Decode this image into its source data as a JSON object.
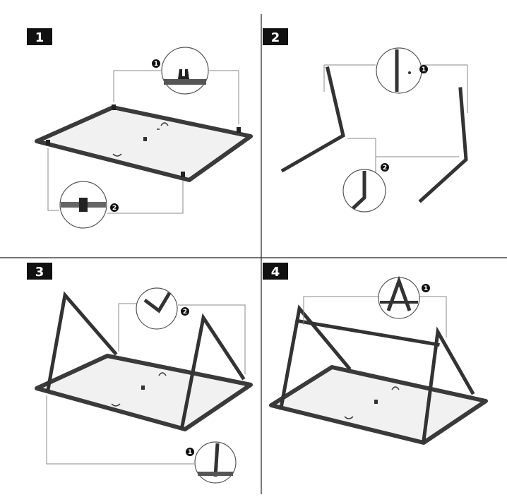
{
  "steps": [
    {
      "number": "1",
      "callouts": [
        "1",
        "2"
      ]
    },
    {
      "number": "2",
      "callouts": [
        "1",
        "2"
      ]
    },
    {
      "number": "3",
      "callouts": [
        "1",
        "2"
      ]
    },
    {
      "number": "4",
      "callouts": [
        "1"
      ]
    }
  ],
  "colors": {
    "label_bg": "#111111",
    "frame": "#3a3a3a",
    "panel": "#f1f1f1",
    "leader": "#8a8a8a"
  }
}
